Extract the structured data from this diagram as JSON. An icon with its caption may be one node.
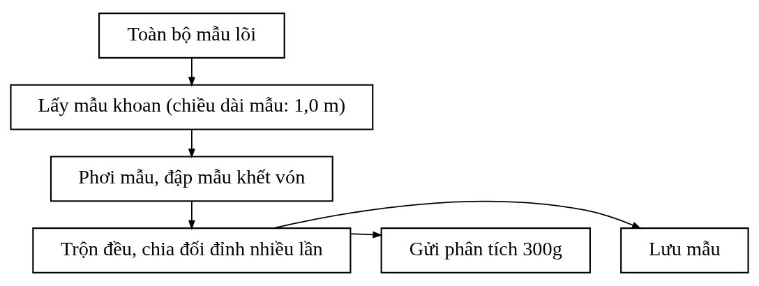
{
  "diagram": {
    "nodes": [
      {
        "text": [
          "Toàn bộ mẫu lõi"
        ]
      },
      {
        "text": [
          "Lấy mẫu khoan (chiều dài mẫu: 1,0 m)"
        ]
      },
      {
        "text": [
          "Phơi mẫu, đập mẫu khết vón"
        ]
      },
      {
        "text": [
          "Lưu mẫu"
        ]
      },
      {
        "text": [
          "Trộn đều, chia đối đỉnh nhiều lần"
        ]
      },
      {
        "text": [
          "Gửi phân tích 300g"
        ]
      }
    ],
    "edges": [
      {
        "from": 0,
        "to": 1,
        "arrow": "to"
      },
      {
        "from": 1,
        "to": 2,
        "arrow": "to"
      },
      {
        "from": 2,
        "to": 4,
        "arrow": "to"
      },
      {
        "from": 4,
        "to": 3,
        "arrow": "to"
      },
      {
        "from": 4,
        "to": 5,
        "arrow": "to"
      }
    ]
  }
}
